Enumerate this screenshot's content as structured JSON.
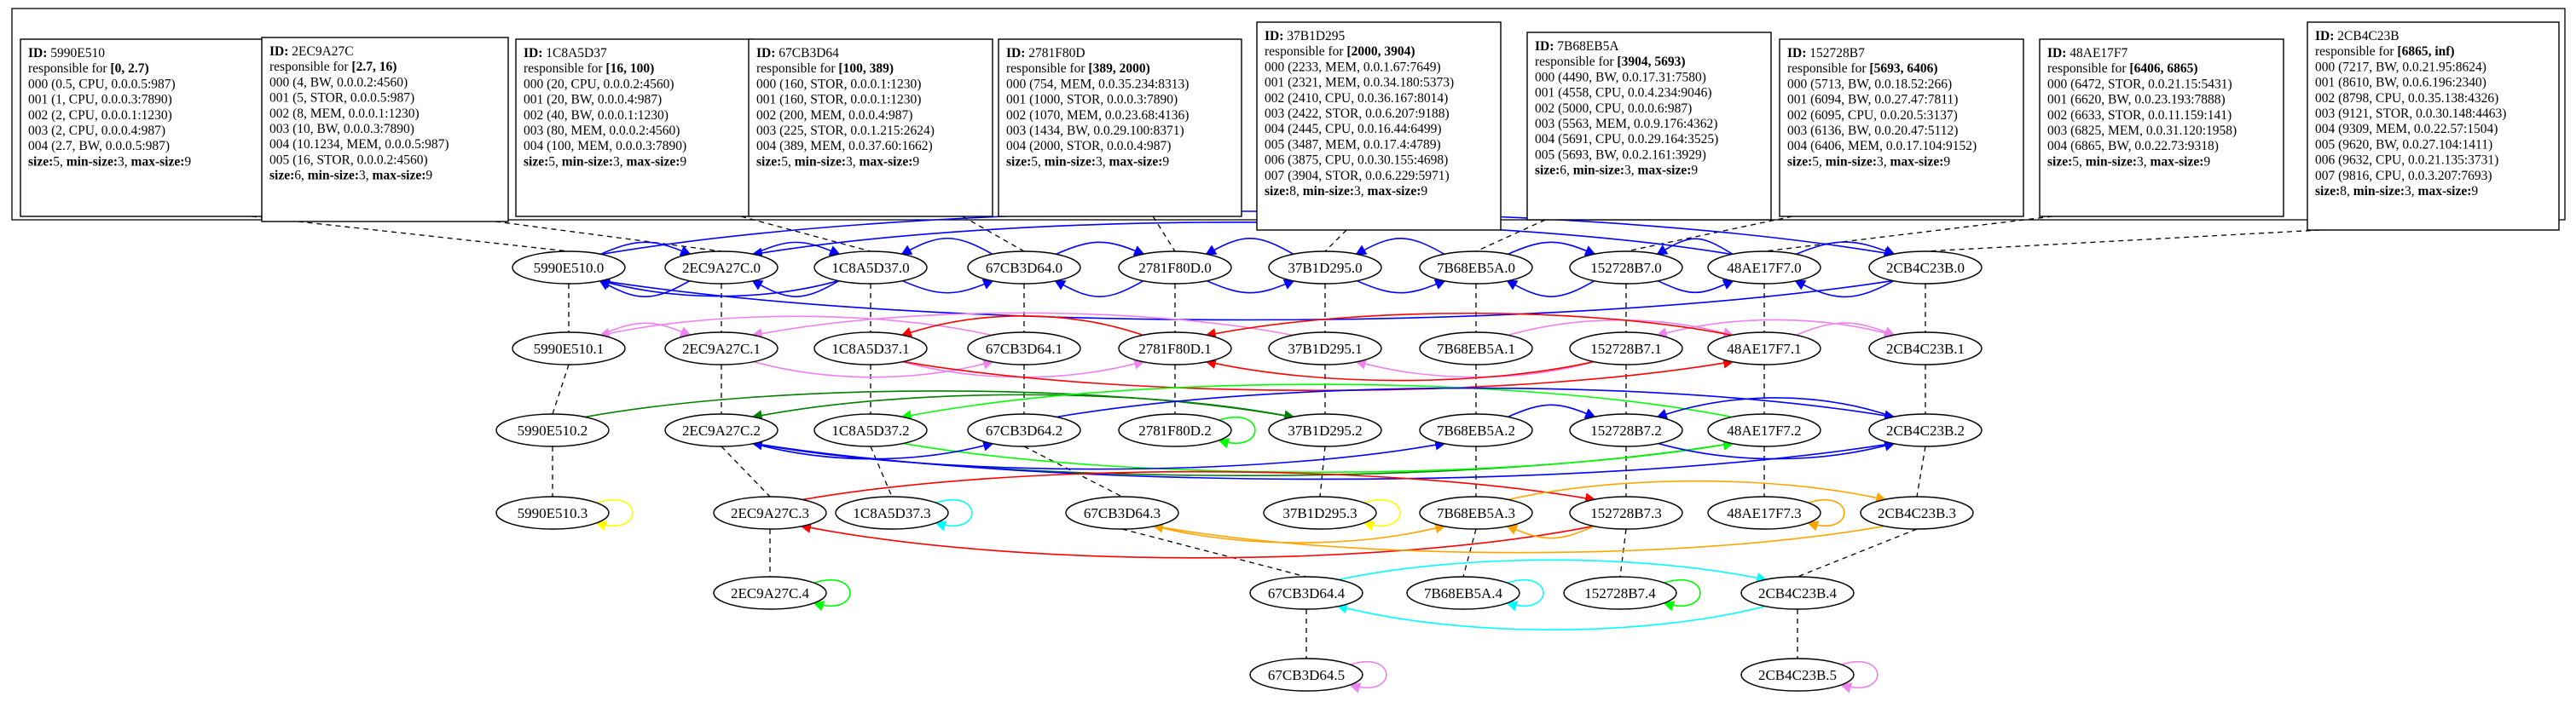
{
  "colors": {
    "d0": "#0000ff",
    "d1": "#ee82ee",
    "d2": "#ff0000",
    "d3": "#008000",
    "d4": "#00ff00",
    "d5": "#00ffff",
    "d6": "#ffa500",
    "d7": "#ffff00",
    "dashed": "#000000"
  },
  "info_boxes": [
    {
      "id": "5990E510",
      "range": "[0, 2.7)",
      "entries": [
        "000 (0.5, CPU, 0.0.0.5:987)",
        "001 (1, CPU, 0.0.0.3:7890)",
        "002 (2, CPU, 0.0.0.1:1230)",
        "003 (2, CPU, 0.0.0.4:987)",
        "004 (2.7, BW, 0.0.0.5:987)"
      ],
      "size": "5",
      "min_size": "3",
      "max_size": "9"
    },
    {
      "id": "2EC9A27C",
      "range": "[2.7, 16)",
      "entries": [
        "000 (4, BW, 0.0.0.2:4560)",
        "001 (5, STOR, 0.0.0.5:987)",
        "002 (8, MEM, 0.0.0.1:1230)",
        "003 (10, BW, 0.0.0.3:7890)",
        "004 (10.1234, MEM, 0.0.0.5:987)",
        "005 (16, STOR, 0.0.0.2:4560)"
      ],
      "size": "6",
      "min_size": "3",
      "max_size": "9"
    },
    {
      "id": "1C8A5D37",
      "range": "[16, 100)",
      "entries": [
        "000 (20, CPU, 0.0.0.2:4560)",
        "001 (20, BW, 0.0.0.4:987)",
        "002 (40, BW, 0.0.0.1:1230)",
        "003 (80, MEM, 0.0.0.2:4560)",
        "004 (100, MEM, 0.0.0.3:7890)"
      ],
      "size": "5",
      "min_size": "3",
      "max_size": "9"
    },
    {
      "id": "67CB3D64",
      "range": "[100, 389)",
      "entries": [
        "000 (160, STOR, 0.0.0.1:1230)",
        "001 (160, STOR, 0.0.0.1:1230)",
        "002 (200, MEM, 0.0.0.4:987)",
        "003 (225, STOR, 0.0.1.215:2624)",
        "004 (389, MEM, 0.0.37.60:1662)"
      ],
      "size": "5",
      "min_size": "3",
      "max_size": "9"
    },
    {
      "id": "2781F80D",
      "range": "[389, 2000)",
      "entries": [
        "000 (754, MEM, 0.0.35.234:8313)",
        "001 (1000, STOR, 0.0.0.3:7890)",
        "002 (1070, MEM, 0.0.23.68:4136)",
        "003 (1434, BW, 0.0.29.100:8371)",
        "004 (2000, STOR, 0.0.0.4:987)"
      ],
      "size": "5",
      "min_size": "3",
      "max_size": "9"
    },
    {
      "id": "37B1D295",
      "range": "[2000, 3904)",
      "entries": [
        "000 (2233, MEM, 0.0.1.67:7649)",
        "001 (2321, MEM, 0.0.34.180:5373)",
        "002 (2410, CPU, 0.0.36.167:8014)",
        "003 (2422, STOR, 0.0.6.207:9188)",
        "004 (2445, CPU, 0.0.16.44:6499)",
        "005 (3487, MEM, 0.0.17.4:4789)",
        "006 (3875, CPU, 0.0.30.155:4698)",
        "007 (3904, STOR, 0.0.6.229:5971)"
      ],
      "size": "8",
      "min_size": "3",
      "max_size": "9"
    },
    {
      "id": "7B68EB5A",
      "range": "[3904, 5693)",
      "entries": [
        "000 (4490, BW, 0.0.17.31:7580)",
        "001 (4558, CPU, 0.0.4.234:9046)",
        "002 (5000, CPU, 0.0.0.6:987)",
        "003 (5563, MEM, 0.0.9.176:4362)",
        "004 (5691, CPU, 0.0.29.164:3525)",
        "005 (5693, BW, 0.0.2.161:3929)"
      ],
      "size": "6",
      "min_size": "3",
      "max_size": "9"
    },
    {
      "id": "152728B7",
      "range": "[5693, 6406)",
      "entries": [
        "000 (5713, BW, 0.0.18.52:266)",
        "001 (6094, BW, 0.0.27.47:7811)",
        "002 (6095, CPU, 0.0.20.5:3137)",
        "003 (6136, BW, 0.0.20.47:5112)",
        "004 (6406, MEM, 0.0.17.104:9152)"
      ],
      "size": "5",
      "min_size": "3",
      "max_size": "9"
    },
    {
      "id": "48AE17F7",
      "range": "[6406, 6865)",
      "entries": [
        "000 (6472, STOR, 0.0.21.15:5431)",
        "001 (6620, BW, 0.0.23.193:7888)",
        "002 (6633, STOR, 0.0.11.159:141)",
        "003 (6825, MEM, 0.0.31.120:1958)",
        "004 (6865, BW, 0.0.22.73:9318)"
      ],
      "size": "5",
      "min_size": "3",
      "max_size": "9"
    },
    {
      "id": "2CB4C23B",
      "range": "[6865, inf)",
      "entries": [
        "000 (7217, BW, 0.0.21.95:8624)",
        "001 (8610, BW, 0.0.6.196:2340)",
        "002 (8798, CPU, 0.0.35.138:4326)",
        "003 (9121, STOR, 0.0.30.148:4463)",
        "004 (9309, MEM, 0.0.22.57:1504)",
        "005 (9620, BW, 0.0.27.104:1411)",
        "006 (9632, CPU, 0.0.21.135:3731)",
        "007 (9816, CPU, 0.0.3.207:7693)"
      ],
      "size": "8",
      "min_size": "3",
      "max_size": "9"
    }
  ],
  "labels": {
    "id_prefix": "ID:",
    "responsible_for": "responsible for",
    "size": "size:",
    "min_size": "min-size:",
    "max_size": "max-size:"
  },
  "nodes": [
    {
      "id": "5990E510.0",
      "label": "5990E510.0"
    },
    {
      "id": "2EC9A27C.0",
      "label": "2EC9A27C.0"
    },
    {
      "id": "1C8A5D37.0",
      "label": "1C8A5D37.0"
    },
    {
      "id": "67CB3D64.0",
      "label": "67CB3D64.0"
    },
    {
      "id": "2781F80D.0",
      "label": "2781F80D.0"
    },
    {
      "id": "37B1D295.0",
      "label": "37B1D295.0"
    },
    {
      "id": "7B68EB5A.0",
      "label": "7B68EB5A.0"
    },
    {
      "id": "152728B7.0",
      "label": "152728B7.0"
    },
    {
      "id": "48AE17F7.0",
      "label": "48AE17F7.0"
    },
    {
      "id": "2CB4C23B.0",
      "label": "2CB4C23B.0"
    },
    {
      "id": "5990E510.1",
      "label": "5990E510.1"
    },
    {
      "id": "2EC9A27C.1",
      "label": "2EC9A27C.1"
    },
    {
      "id": "1C8A5D37.1",
      "label": "1C8A5D37.1"
    },
    {
      "id": "67CB3D64.1",
      "label": "67CB3D64.1"
    },
    {
      "id": "2781F80D.1",
      "label": "2781F80D.1"
    },
    {
      "id": "37B1D295.1",
      "label": "37B1D295.1"
    },
    {
      "id": "7B68EB5A.1",
      "label": "7B68EB5A.1"
    },
    {
      "id": "152728B7.1",
      "label": "152728B7.1"
    },
    {
      "id": "48AE17F7.1",
      "label": "48AE17F7.1"
    },
    {
      "id": "2CB4C23B.1",
      "label": "2CB4C23B.1"
    },
    {
      "id": "5990E510.2",
      "label": "5990E510.2"
    },
    {
      "id": "2EC9A27C.2",
      "label": "2EC9A27C.2"
    },
    {
      "id": "1C8A5D37.2",
      "label": "1C8A5D37.2"
    },
    {
      "id": "67CB3D64.2",
      "label": "67CB3D64.2"
    },
    {
      "id": "2781F80D.2",
      "label": "2781F80D.2"
    },
    {
      "id": "37B1D295.2",
      "label": "37B1D295.2"
    },
    {
      "id": "7B68EB5A.2",
      "label": "7B68EB5A.2"
    },
    {
      "id": "152728B7.2",
      "label": "152728B7.2"
    },
    {
      "id": "48AE17F7.2",
      "label": "48AE17F7.2"
    },
    {
      "id": "2CB4C23B.2",
      "label": "2CB4C23B.2"
    },
    {
      "id": "5990E510.3",
      "label": "5990E510.3"
    },
    {
      "id": "2EC9A27C.3",
      "label": "2EC9A27C.3"
    },
    {
      "id": "1C8A5D37.3",
      "label": "1C8A5D37.3"
    },
    {
      "id": "67CB3D64.3",
      "label": "67CB3D64.3"
    },
    {
      "id": "37B1D295.3",
      "label": "37B1D295.3"
    },
    {
      "id": "7B68EB5A.3",
      "label": "7B68EB5A.3"
    },
    {
      "id": "152728B7.3",
      "label": "152728B7.3"
    },
    {
      "id": "48AE17F7.3",
      "label": "48AE17F7.3"
    },
    {
      "id": "2CB4C23B.3",
      "label": "2CB4C23B.3"
    },
    {
      "id": "2EC9A27C.4",
      "label": "2EC9A27C.4"
    },
    {
      "id": "67CB3D64.4",
      "label": "67CB3D64.4"
    },
    {
      "id": "7B68EB5A.4",
      "label": "7B68EB5A.4"
    },
    {
      "id": "152728B7.4",
      "label": "152728B7.4"
    },
    {
      "id": "2CB4C23B.4",
      "label": "2CB4C23B.4"
    },
    {
      "id": "67CB3D64.5",
      "label": "67CB3D64.5"
    },
    {
      "id": "2CB4C23B.5",
      "label": "2CB4C23B.5"
    }
  ],
  "edges": [
    {
      "from": "5990E510.0",
      "to": "2EC9A27C.0",
      "color": "d0"
    },
    {
      "from": "2EC9A27C.0",
      "to": "1C8A5D37.0",
      "color": "d0"
    },
    {
      "from": "1C8A5D37.0",
      "to": "67CB3D64.0",
      "color": "d0"
    },
    {
      "from": "67CB3D64.0",
      "to": "2781F80D.0",
      "color": "d0"
    },
    {
      "from": "2781F80D.0",
      "to": "37B1D295.0",
      "color": "d0"
    },
    {
      "from": "37B1D295.0",
      "to": "7B68EB5A.0",
      "color": "d0"
    },
    {
      "from": "7B68EB5A.0",
      "to": "152728B7.0",
      "color": "d0"
    },
    {
      "from": "152728B7.0",
      "to": "48AE17F7.0",
      "color": "d0"
    },
    {
      "from": "48AE17F7.0",
      "to": "2CB4C23B.0",
      "color": "d0"
    },
    {
      "from": "2EC9A27C.0",
      "to": "5990E510.0",
      "color": "d0"
    },
    {
      "from": "1C8A5D37.0",
      "to": "2EC9A27C.0",
      "color": "d0"
    },
    {
      "from": "67CB3D64.0",
      "to": "1C8A5D37.0",
      "color": "d0"
    },
    {
      "from": "2781F80D.0",
      "to": "67CB3D64.0",
      "color": "d0"
    },
    {
      "from": "37B1D295.0",
      "to": "2781F80D.0",
      "color": "d0"
    },
    {
      "from": "7B68EB5A.0",
      "to": "37B1D295.0",
      "color": "d0"
    },
    {
      "from": "152728B7.0",
      "to": "7B68EB5A.0",
      "color": "d0"
    },
    {
      "from": "48AE17F7.0",
      "to": "152728B7.0",
      "color": "d0"
    },
    {
      "from": "2CB4C23B.0",
      "to": "48AE17F7.0",
      "color": "d0"
    },
    {
      "from": "2CB4C23B.0",
      "to": "5990E510.0",
      "color": "d0"
    },
    {
      "from": "5990E510.0",
      "to": "2CB4C23B.0",
      "color": "d0"
    },
    {
      "from": "1C8A5D37.0",
      "to": "5990E510.0",
      "color": "d0"
    },
    {
      "from": "48AE17F7.0",
      "to": "2EC9A27C.0",
      "color": "d0"
    },
    {
      "from": "5990E510.1",
      "to": "2EC9A27C.1",
      "color": "d1"
    },
    {
      "from": "2EC9A27C.1",
      "to": "67CB3D64.1",
      "color": "d1"
    },
    {
      "from": "1C8A5D37.1",
      "to": "2781F80D.1",
      "color": "d1"
    },
    {
      "from": "67CB3D64.1",
      "to": "5990E510.1",
      "color": "d1"
    },
    {
      "from": "37B1D295.1",
      "to": "2EC9A27C.1",
      "color": "d1"
    },
    {
      "from": "7B68EB5A.1",
      "to": "48AE17F7.1",
      "color": "d1"
    },
    {
      "from": "152728B7.1",
      "to": "37B1D295.1",
      "color": "d1"
    },
    {
      "from": "48AE17F7.1",
      "to": "2CB4C23B.1",
      "color": "d1"
    },
    {
      "from": "2CB4C23B.1",
      "to": "152728B7.1",
      "color": "d1"
    },
    {
      "from": "2781F80D.1",
      "to": "1C8A5D37.1",
      "color": "d2"
    },
    {
      "from": "48AE17F7.1",
      "to": "2781F80D.1",
      "color": "d2"
    },
    {
      "from": "1C8A5D37.1",
      "to": "48AE17F7.1",
      "color": "d2"
    },
    {
      "from": "152728B7.1",
      "to": "2781F80D.1",
      "color": "d2"
    },
    {
      "from": "5990E510.2",
      "to": "37B1D295.2",
      "color": "d3"
    },
    {
      "from": "37B1D295.2",
      "to": "2EC9A27C.2",
      "color": "d3"
    },
    {
      "from": "2EC9A27C.2",
      "to": "48AE17F7.2",
      "color": "d3"
    },
    {
      "from": "1C8A5D37.2",
      "to": "48AE17F7.2",
      "color": "d4"
    },
    {
      "from": "48AE17F7.2",
      "to": "1C8A5D37.2",
      "color": "d4"
    },
    {
      "from": "2CB4C23B.2",
      "to": "2EC9A27C.2",
      "color": "d0"
    },
    {
      "from": "2EC9A27C.2",
      "to": "67CB3D64.2",
      "color": "d0"
    },
    {
      "from": "67CB3D64.2",
      "to": "2CB4C23B.2",
      "color": "d0"
    },
    {
      "from": "7B68EB5A.2",
      "to": "152728B7.2",
      "color": "d0"
    },
    {
      "from": "152728B7.2",
      "to": "2CB4C23B.2",
      "color": "d0"
    },
    {
      "from": "2EC9A27C.2",
      "to": "7B68EB5A.2",
      "color": "d0"
    },
    {
      "from": "2CB4C23B.2",
      "to": "152728B7.2",
      "color": "d0"
    },
    {
      "from": "2781F80D.2",
      "to": "2781F80D.2",
      "color": "d4",
      "self": true
    },
    {
      "from": "5990E510.3",
      "to": "5990E510.3",
      "color": "d7",
      "self": true
    },
    {
      "from": "1C8A5D37.3",
      "to": "1C8A5D37.3",
      "color": "d5",
      "self": true
    },
    {
      "from": "37B1D295.3",
      "to": "37B1D295.3",
      "color": "d7",
      "self": true
    },
    {
      "from": "2EC9A27C.3",
      "to": "152728B7.3",
      "color": "d2"
    },
    {
      "from": "152728B7.3",
      "to": "2EC9A27C.3",
      "color": "d2"
    },
    {
      "from": "67CB3D64.3",
      "to": "7B68EB5A.3",
      "color": "d6"
    },
    {
      "from": "7B68EB5A.3",
      "to": "2CB4C23B.3",
      "color": "d6"
    },
    {
      "from": "2CB4C23B.3",
      "to": "67CB3D64.3",
      "color": "d6"
    },
    {
      "from": "48AE17F7.3",
      "to": "48AE17F7.3",
      "color": "d6",
      "self": true
    },
    {
      "from": "152728B7.3",
      "to": "7B68EB5A.3",
      "color": "d6"
    },
    {
      "from": "2EC9A27C.4",
      "to": "2EC9A27C.4",
      "color": "d4",
      "self": true
    },
    {
      "from": "67CB3D64.4",
      "to": "2CB4C23B.4",
      "color": "d5"
    },
    {
      "from": "2CB4C23B.4",
      "to": "67CB3D64.4",
      "color": "d5"
    },
    {
      "from": "7B68EB5A.4",
      "to": "7B68EB5A.4",
      "color": "d5",
      "self": true
    },
    {
      "from": "152728B7.4",
      "to": "152728B7.4",
      "color": "d4",
      "self": true
    },
    {
      "from": "67CB3D64.5",
      "to": "67CB3D64.5",
      "color": "d1",
      "self": true
    },
    {
      "from": "2CB4C23B.5",
      "to": "2CB4C23B.5",
      "color": "d1",
      "self": true
    }
  ],
  "dashed_edges": [
    {
      "from": "box:5990E510",
      "to": "5990E510.0"
    },
    {
      "from": "box:2EC9A27C",
      "to": "2EC9A27C.0"
    },
    {
      "from": "box:1C8A5D37",
      "to": "1C8A5D37.0"
    },
    {
      "from": "box:67CB3D64",
      "to": "67CB3D64.0"
    },
    {
      "from": "box:2781F80D",
      "to": "2781F80D.0"
    },
    {
      "from": "box:37B1D295",
      "to": "37B1D295.0"
    },
    {
      "from": "box:7B68EB5A",
      "to": "7B68EB5A.0"
    },
    {
      "from": "box:152728B7",
      "to": "152728B7.0"
    },
    {
      "from": "box:48AE17F7",
      "to": "48AE17F7.0"
    },
    {
      "from": "box:2CB4C23B",
      "to": "2CB4C23B.0"
    },
    {
      "from": "5990E510.0",
      "to": "5990E510.1"
    },
    {
      "from": "5990E510.1",
      "to": "5990E510.2"
    },
    {
      "from": "5990E510.2",
      "to": "5990E510.3"
    },
    {
      "from": "2EC9A27C.0",
      "to": "2EC9A27C.1"
    },
    {
      "from": "2EC9A27C.1",
      "to": "2EC9A27C.2"
    },
    {
      "from": "2EC9A27C.2",
      "to": "2EC9A27C.3"
    },
    {
      "from": "2EC9A27C.3",
      "to": "2EC9A27C.4"
    },
    {
      "from": "1C8A5D37.0",
      "to": "1C8A5D37.1"
    },
    {
      "from": "1C8A5D37.1",
      "to": "1C8A5D37.2"
    },
    {
      "from": "1C8A5D37.2",
      "to": "1C8A5D37.3"
    },
    {
      "from": "67CB3D64.0",
      "to": "67CB3D64.1"
    },
    {
      "from": "67CB3D64.1",
      "to": "67CB3D64.2"
    },
    {
      "from": "67CB3D64.2",
      "to": "67CB3D64.3"
    },
    {
      "from": "67CB3D64.3",
      "to": "67CB3D64.4"
    },
    {
      "from": "67CB3D64.4",
      "to": "67CB3D64.5"
    },
    {
      "from": "2781F80D.0",
      "to": "2781F80D.1"
    },
    {
      "from": "2781F80D.1",
      "to": "2781F80D.2"
    },
    {
      "from": "37B1D295.0",
      "to": "37B1D295.1"
    },
    {
      "from": "37B1D295.1",
      "to": "37B1D295.2"
    },
    {
      "from": "37B1D295.2",
      "to": "37B1D295.3"
    },
    {
      "from": "7B68EB5A.0",
      "to": "7B68EB5A.1"
    },
    {
      "from": "7B68EB5A.1",
      "to": "7B68EB5A.2"
    },
    {
      "from": "7B68EB5A.2",
      "to": "7B68EB5A.3"
    },
    {
      "from": "7B68EB5A.3",
      "to": "7B68EB5A.4"
    },
    {
      "from": "152728B7.0",
      "to": "152728B7.1"
    },
    {
      "from": "152728B7.1",
      "to": "152728B7.2"
    },
    {
      "from": "152728B7.2",
      "to": "152728B7.3"
    },
    {
      "from": "152728B7.3",
      "to": "152728B7.4"
    },
    {
      "from": "48AE17F7.0",
      "to": "48AE17F7.1"
    },
    {
      "from": "48AE17F7.1",
      "to": "48AE17F7.2"
    },
    {
      "from": "48AE17F7.2",
      "to": "48AE17F7.3"
    },
    {
      "from": "2CB4C23B.0",
      "to": "2CB4C23B.1"
    },
    {
      "from": "2CB4C23B.1",
      "to": "2CB4C23B.2"
    },
    {
      "from": "2CB4C23B.2",
      "to": "2CB4C23B.3"
    },
    {
      "from": "2CB4C23B.3",
      "to": "2CB4C23B.4"
    },
    {
      "from": "2CB4C23B.4",
      "to": "2CB4C23B.5"
    }
  ]
}
